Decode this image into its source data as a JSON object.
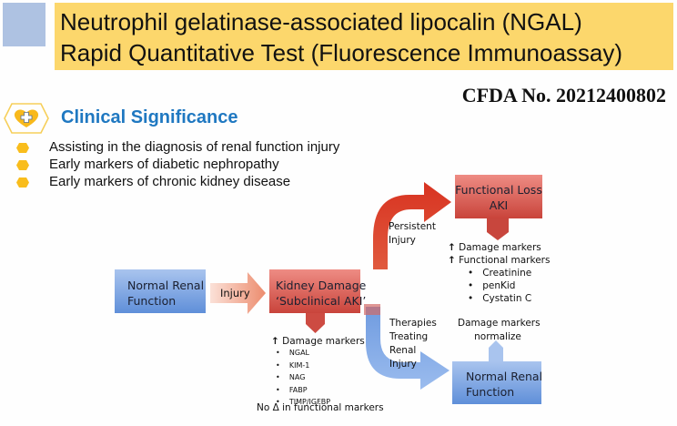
{
  "header": {
    "title_line1": "Neutrophil gelatinase-associated lipocalin (NGAL)",
    "title_line2": "Rapid Quantitative Test (Fluorescence Immunoassay)",
    "cfda": "CFDA No. 20212400802"
  },
  "colors": {
    "title_bg": "#fcd76c",
    "accent_blue": "#1f78c1",
    "bullet_yellow": "#f9bd1c",
    "square_blue": "#aec2e2"
  },
  "clinical": {
    "icon": "heart-plus-icon",
    "title": "Clinical Significance",
    "items": [
      "Assisting in the diagnosis of renal function injury",
      "Early markers of diabetic nephropathy",
      "Early markers of chronic kidney disease"
    ]
  },
  "diagram": {
    "normal_start": [
      "Normal Renal",
      "Function"
    ],
    "injury_label": "Injury",
    "kidney_damage": [
      "Kidney Damage",
      "‘Subclinical AKI’"
    ],
    "damage_markers_heading": "Damage markers",
    "damage_markers": [
      "NGAL",
      "KIM-1",
      "NAG",
      "FABP",
      "TIMP/IGFBP"
    ],
    "no_change": "No Δ in functional markers",
    "persistent": [
      "Persistent",
      "Injury"
    ],
    "functional_loss": [
      "Functional Loss",
      "AKI"
    ],
    "fl_damage": "Damage markers",
    "fl_functional": "Functional markers",
    "functional_markers": [
      "Creatinine",
      "penKid",
      "Cystatin C"
    ],
    "therapies": [
      "Therapies",
      "Treating",
      "Renal",
      "Injury"
    ],
    "normalize": [
      "Damage markers",
      "normalize"
    ],
    "normal_end": [
      "Normal Renal",
      "Function"
    ],
    "up_arrow": "↑"
  }
}
